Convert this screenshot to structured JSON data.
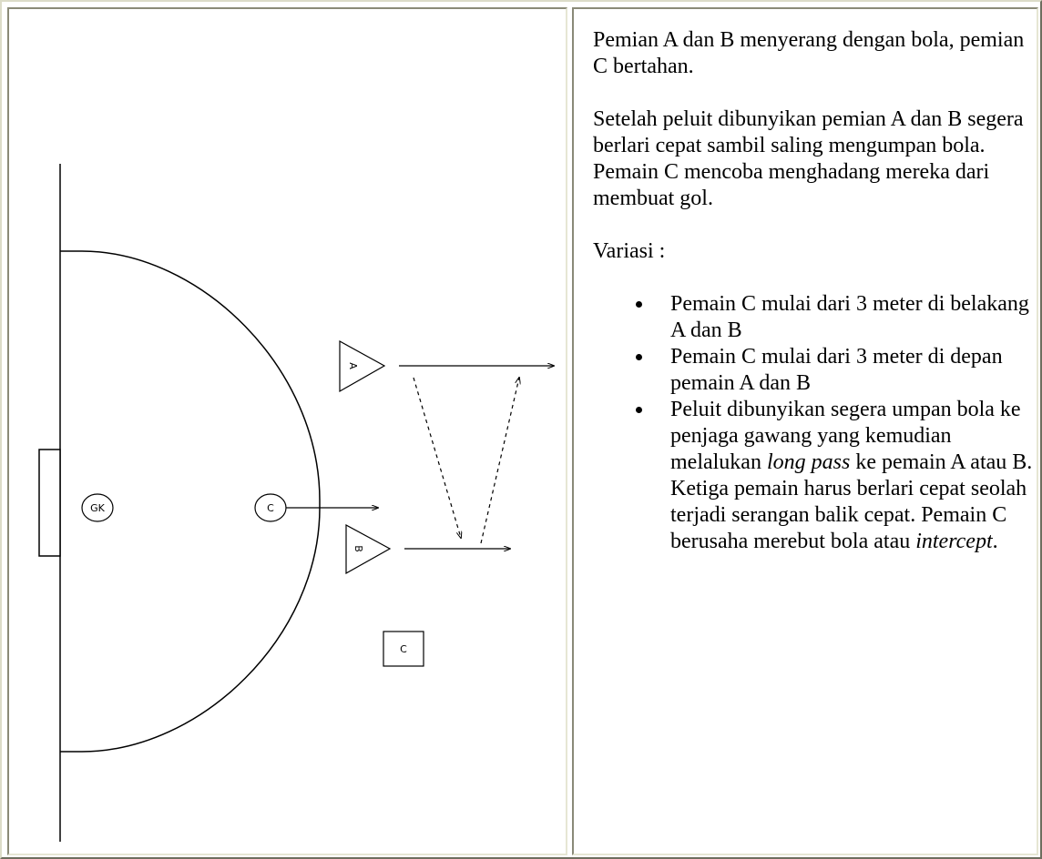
{
  "diagram": {
    "players": {
      "goalkeeper": "GK",
      "defender_c": "C",
      "attacker_a": "A",
      "attacker_b": "B",
      "coach": "C"
    }
  },
  "instructions": {
    "intro": "Pemian A dan B menyerang dengan bola, pemian C bertahan.",
    "drill": "Setelah peluit dibunyikan pemian A dan B segera berlari cepat sambil saling mengumpan bola. Pemain C mencoba menghadang mereka dari membuat gol.",
    "variations_heading": "Variasi :",
    "variations": [
      {
        "text": "Pemain C mulai dari 3 meter di belakang A dan B"
      },
      {
        "text": "Pemain C mulai dari 3 meter di depan pemain A dan B"
      },
      {
        "before": "Peluit dibunyikan segera umpan bola ke penjaga gawang yang kemudian melalukan ",
        "em1": "long pass",
        "middle": " ke pemain A atau B. Ketiga pemain harus berlari cepat seolah terjadi serangan balik cepat. Pemain C berusaha merebut bola atau ",
        "em2": "intercept",
        "after": "."
      }
    ]
  }
}
